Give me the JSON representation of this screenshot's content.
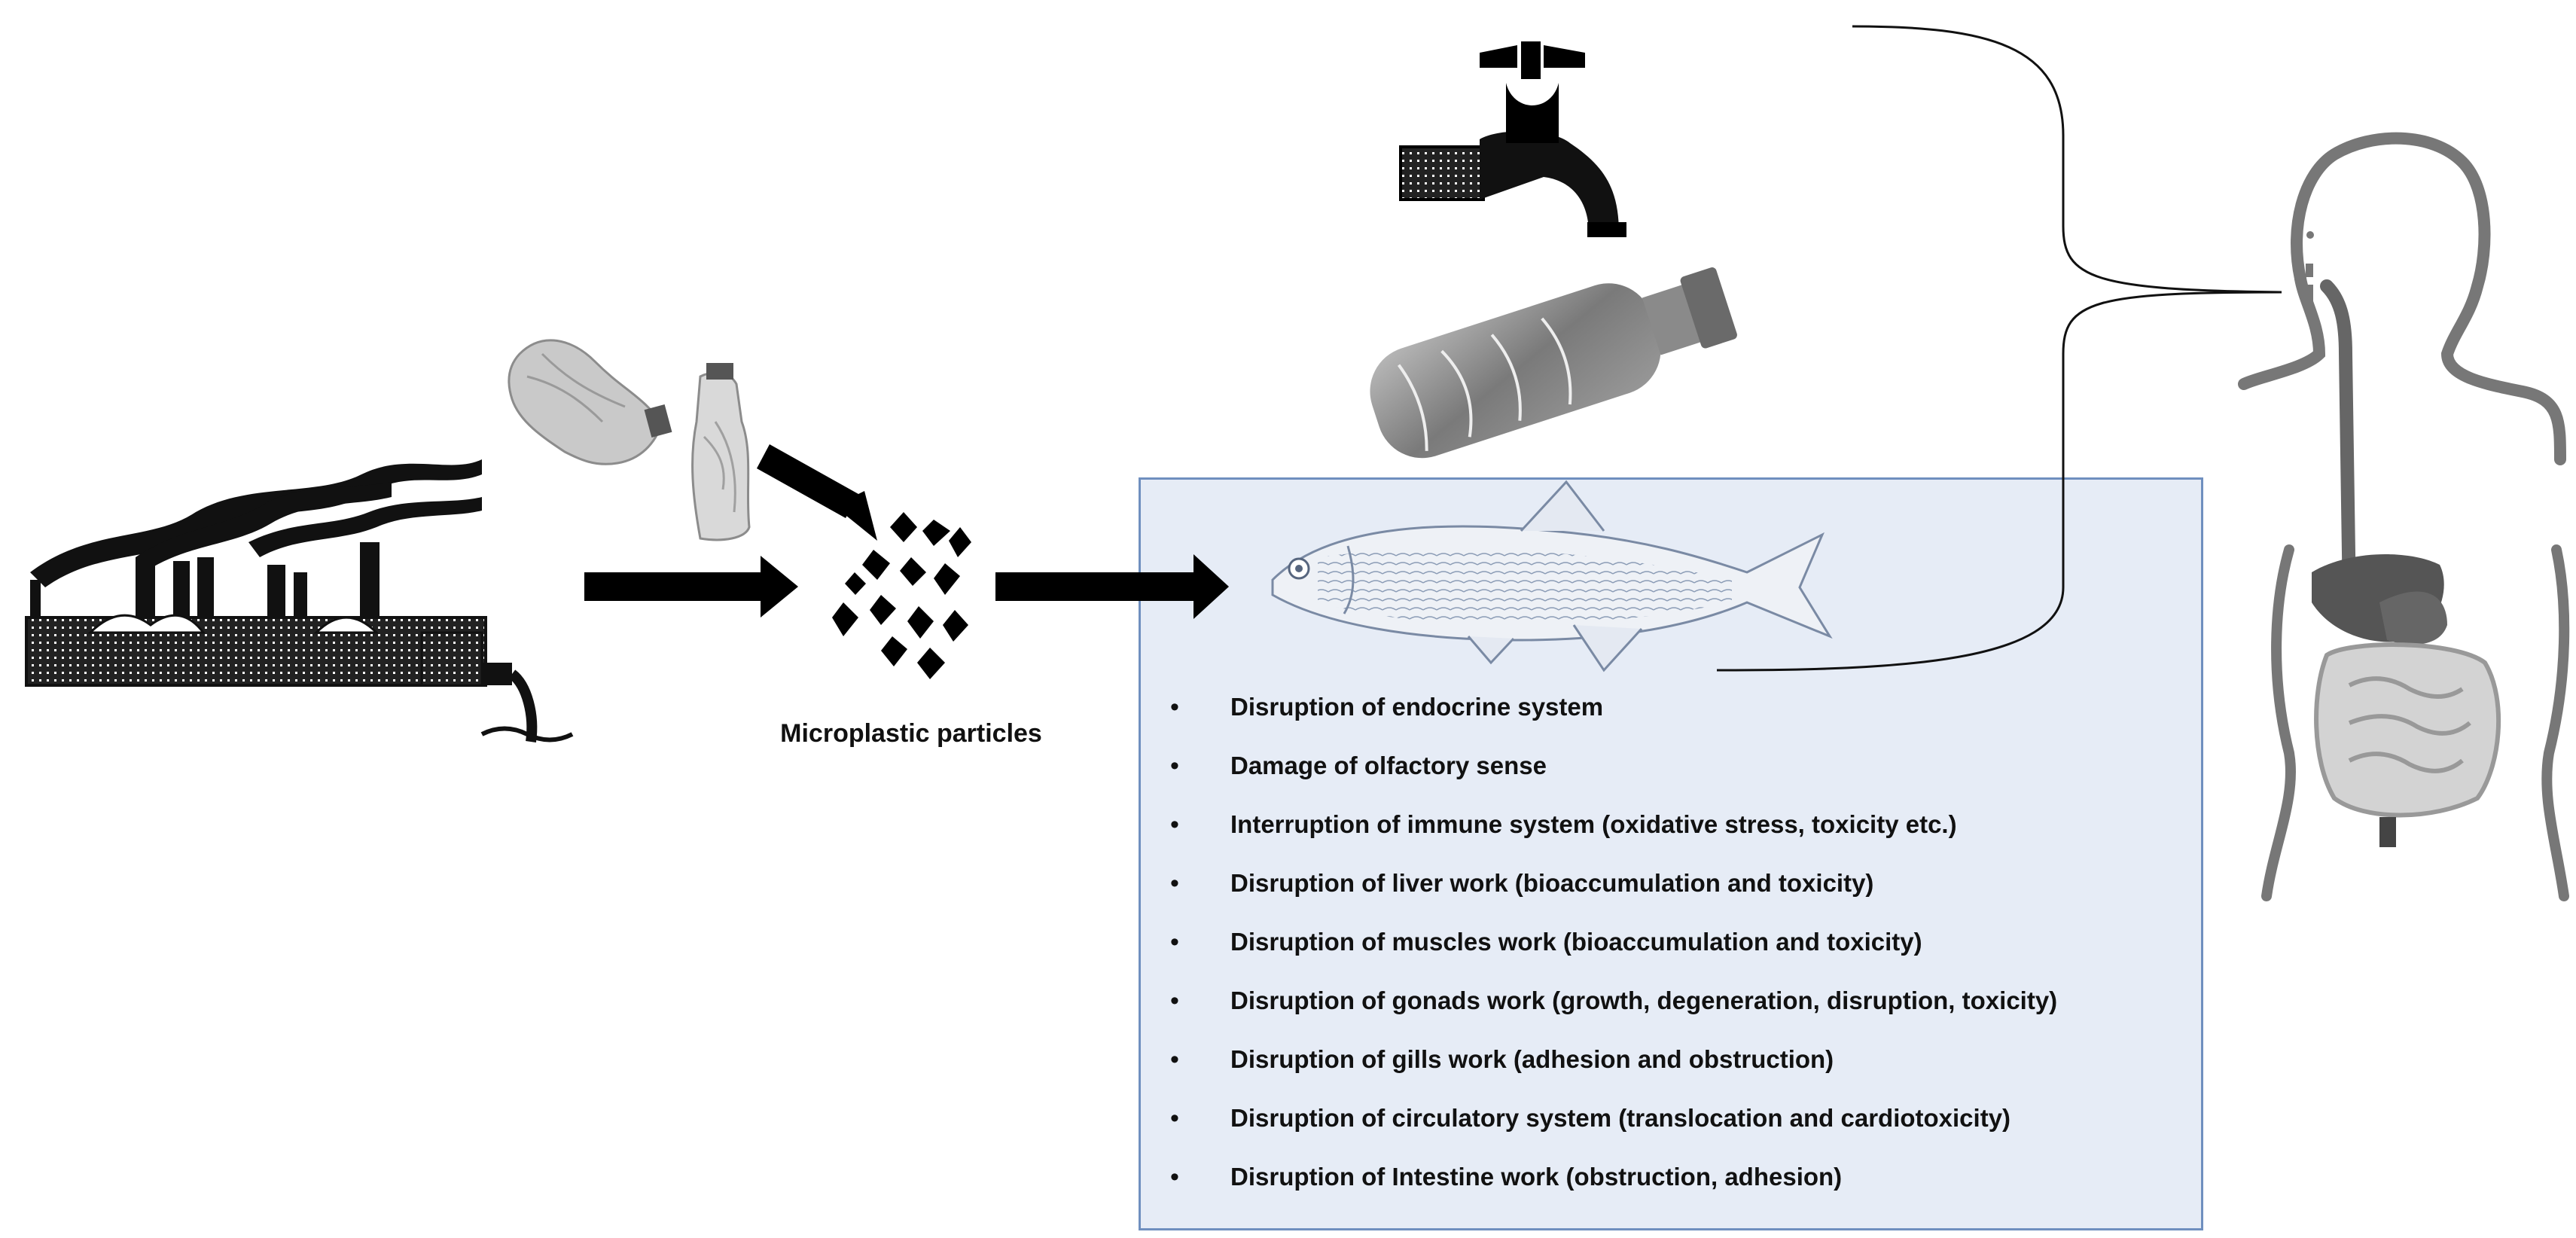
{
  "labels": {
    "microplastic_particles": "Microplastic particles"
  },
  "effects": [
    "Disruption of endocrine system",
    "Damage of olfactory sense",
    "Interruption of immune system (oxidative stress, toxicity etc.)",
    "Disruption of liver work (bioaccumulation and toxicity)",
    "Disruption of muscles work (bioaccumulation and toxicity)",
    "Disruption of gonads work (growth, degeneration, disruption, toxicity)",
    "Disruption of gills work (adhesion and obstruction)",
    "Disruption of circulatory system (translocation and cardiotoxicity)",
    "Disruption of Intestine work (obstruction, adhesion)"
  ],
  "bullet_glyph": "•",
  "colors": {
    "box_fill": "#e6ecf6",
    "box_border": "#6f8fbf",
    "arrow": "#000000",
    "organ": "#5a5a5a"
  },
  "icons": [
    "factory-icon",
    "crumpled-bottles-icon",
    "microplastic-particles-icon",
    "water-tap-icon",
    "plastic-bottle-icon",
    "fish-icon",
    "human-digestive-system-icon"
  ]
}
